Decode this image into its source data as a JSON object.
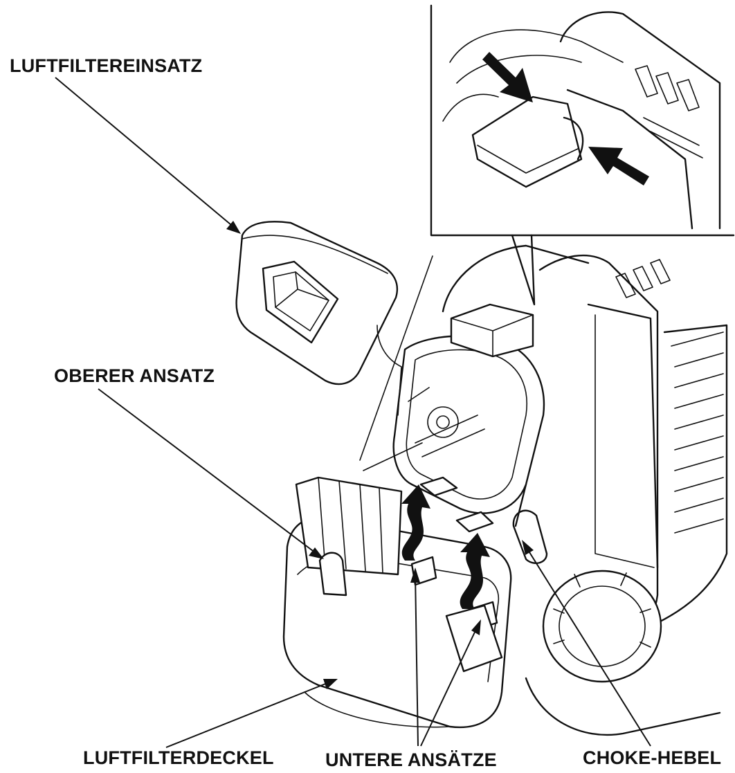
{
  "labels": {
    "air_filter_element": "LUFTFILTEREINSATZ",
    "upper_tab": "OBERER ANSATZ",
    "air_filter_cover": "LUFTFILTERDECKEL",
    "lower_tabs": "UNTERE ANSÄTZE",
    "choke_lever": "CHOKE-HEBEL"
  },
  "colors": {
    "line": "#111111",
    "background": "#ffffff"
  }
}
